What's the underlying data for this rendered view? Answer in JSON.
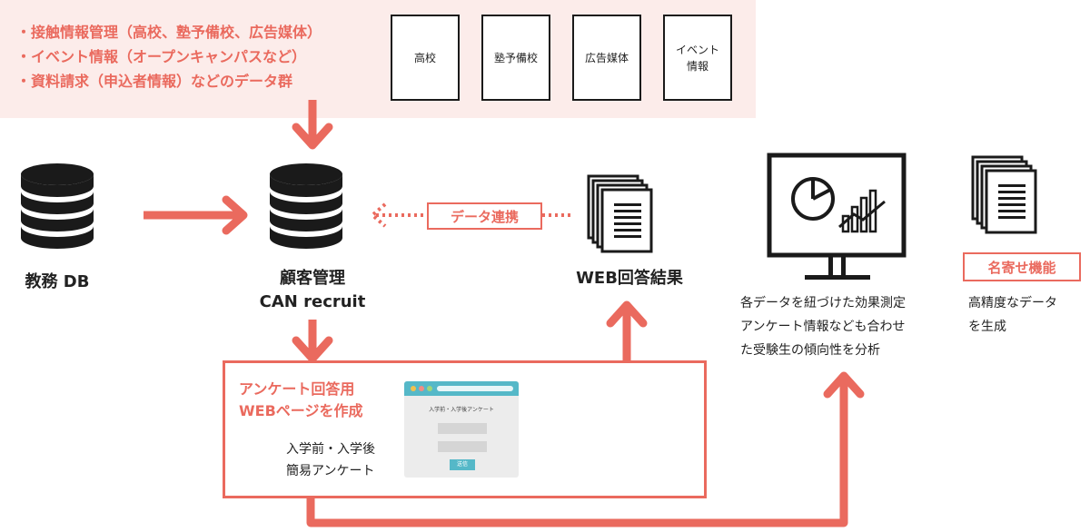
{
  "sources": {
    "bullets": [
      "・接触情報管理（高校、塾予備校、広告媒体）",
      "・イベント情報（オープンキャンパスなど）",
      "・資料請求（申込者情報）などのデータ群"
    ],
    "boxes": [
      "高校",
      "塾予備校",
      "広告媒体",
      "イベント\n情報"
    ]
  },
  "nodes": {
    "school_db": "教務 DB",
    "crm_line1": "顧客管理",
    "crm_line2": "CAN recruit",
    "web_results": "WEB回答結果"
  },
  "tags": {
    "data_link": "データ連携",
    "name_matching": "名寄せ機能"
  },
  "analysis": {
    "desc_lines": [
      "各データを紐づけた効果測定",
      "アンケート情報なども合わせ",
      "た受験生の傾向性を分析"
    ]
  },
  "output": {
    "desc_lines": [
      "高精度なデータ",
      "を生成"
    ]
  },
  "survey": {
    "title_lines": [
      "アンケート回答用",
      "WEBページを作成"
    ],
    "sub_lines": [
      "入学前・入学後",
      "簡易アンケート"
    ],
    "mock_title": "入学前・入学後アンケート",
    "mock_button": "送信"
  },
  "colors": {
    "accent": "#ea6a5e",
    "pink_bg": "#fcecea",
    "ink": "#1a1a1a",
    "teal": "#55b8c8"
  }
}
